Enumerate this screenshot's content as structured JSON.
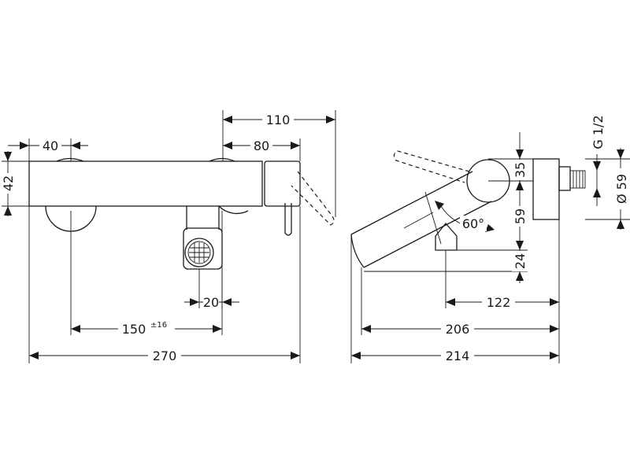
{
  "front_view": {
    "dim_overall_width": "270",
    "dim_spacing": "150",
    "dim_spacing_tolerance": "±16",
    "dim_outlet_width": "20",
    "dim_left_offset": "40",
    "dim_handle_offset": "80",
    "dim_handle_swing": "110",
    "dim_body_height": "42"
  },
  "side_view": {
    "dim_total_depth": "214",
    "dim_spout_length": "206",
    "dim_outlet_offset": "122",
    "dim_angle": "60°",
    "dim_top_height": "35",
    "dim_middle_height": "59",
    "dim_bottom_height": "24",
    "dim_connection_diameter": "Ø 59",
    "dim_thread": "G 1/2"
  }
}
